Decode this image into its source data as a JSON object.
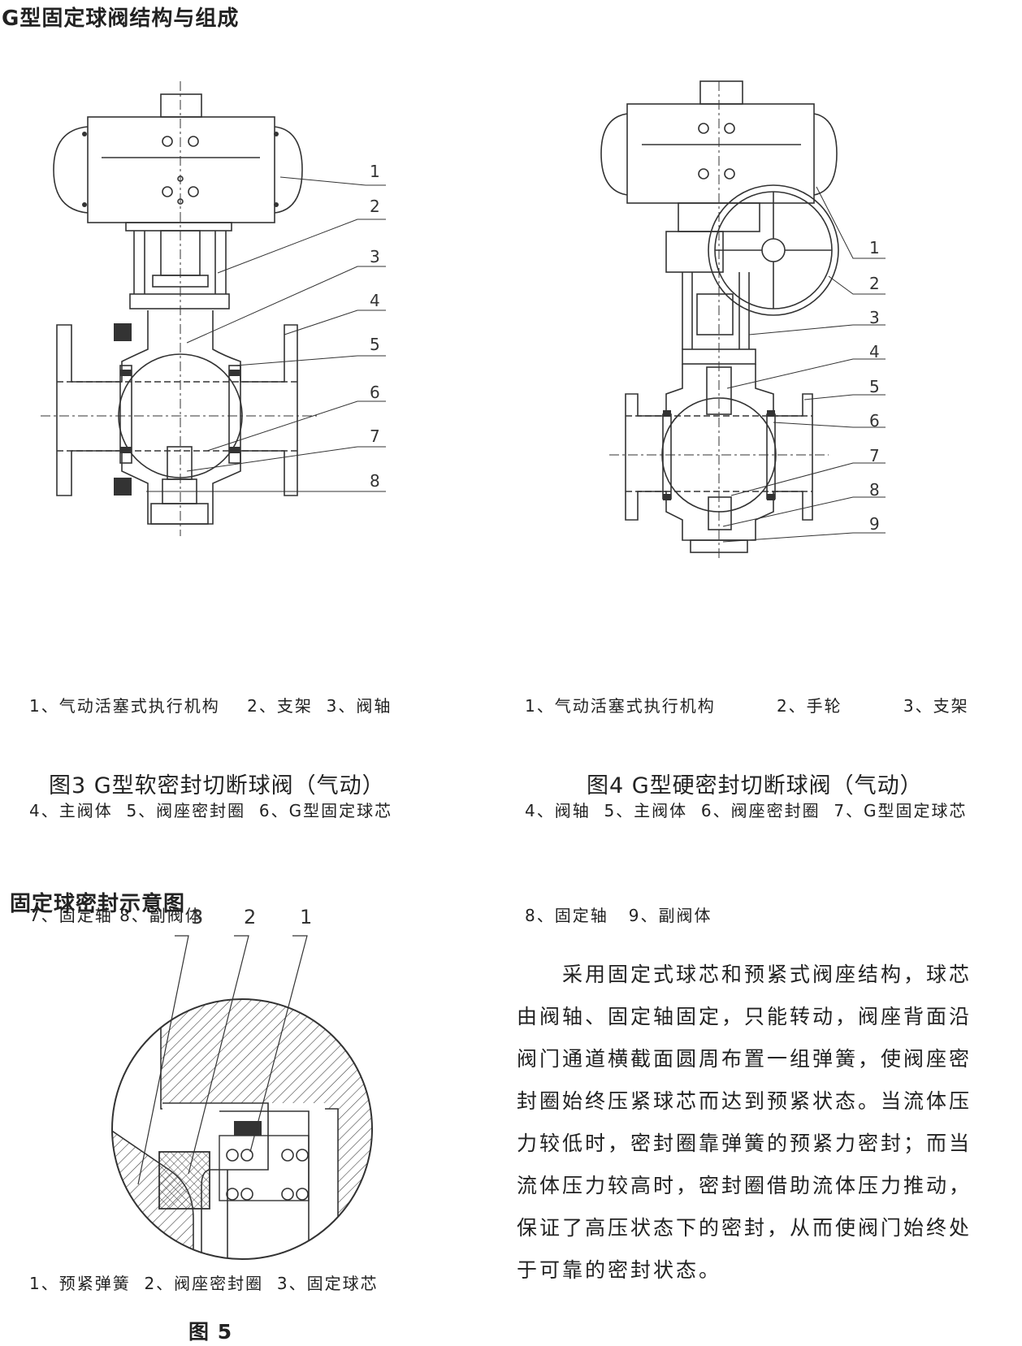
{
  "section1_title": "G型固定球阀结构与组成",
  "fig3": {
    "callouts": [
      "1",
      "2",
      "3",
      "4",
      "5",
      "6",
      "7",
      "8"
    ],
    "legend": [
      "1、气动活塞式执行机构    2、支架  3、阀轴",
      "4、主阀体  5、阀座密封圈  6、G型固定球芯",
      "7、固定轴 8、副阀体"
    ],
    "caption": "图3  G型软密封切断球阀（气动）"
  },
  "fig4": {
    "callouts": [
      "1",
      "2",
      "3",
      "4",
      "5",
      "6",
      "7",
      "8",
      "9"
    ],
    "legend": [
      "1、气动活塞式执行机构         2、手轮         3、支架",
      "4、阀轴  5、主阀体  6、阀座密封圈  7、G型固定球芯",
      "8、固定轴   9、副阀体"
    ],
    "caption": "图4  G型硬密封切断球阀（气动）"
  },
  "section2_title": "固定球密封示意图",
  "fig5": {
    "callouts": [
      "3",
      "2",
      "1"
    ],
    "legend": "1、预紧弹簧  2、阀座密封圈  3、固定球芯",
    "caption": "图 5"
  },
  "paragraph": [
    "采用固定式球芯和预紧式阀座结构，球芯",
    "由阀轴、固定轴固定，只能转动，阀座背面沿",
    "阀门通道横截面圆周布置一组弹簧，使阀座密",
    "封圈始终压紧球芯而达到预紧状态。当流体压",
    "力较低时，密封圈靠弹簧的预紧力密封；而当",
    "流体压力较高时，密封圈借助流体压力推动，",
    "保证了高压状态下的密封，从而使阀门始终处",
    "于可靠的密封状态。"
  ]
}
